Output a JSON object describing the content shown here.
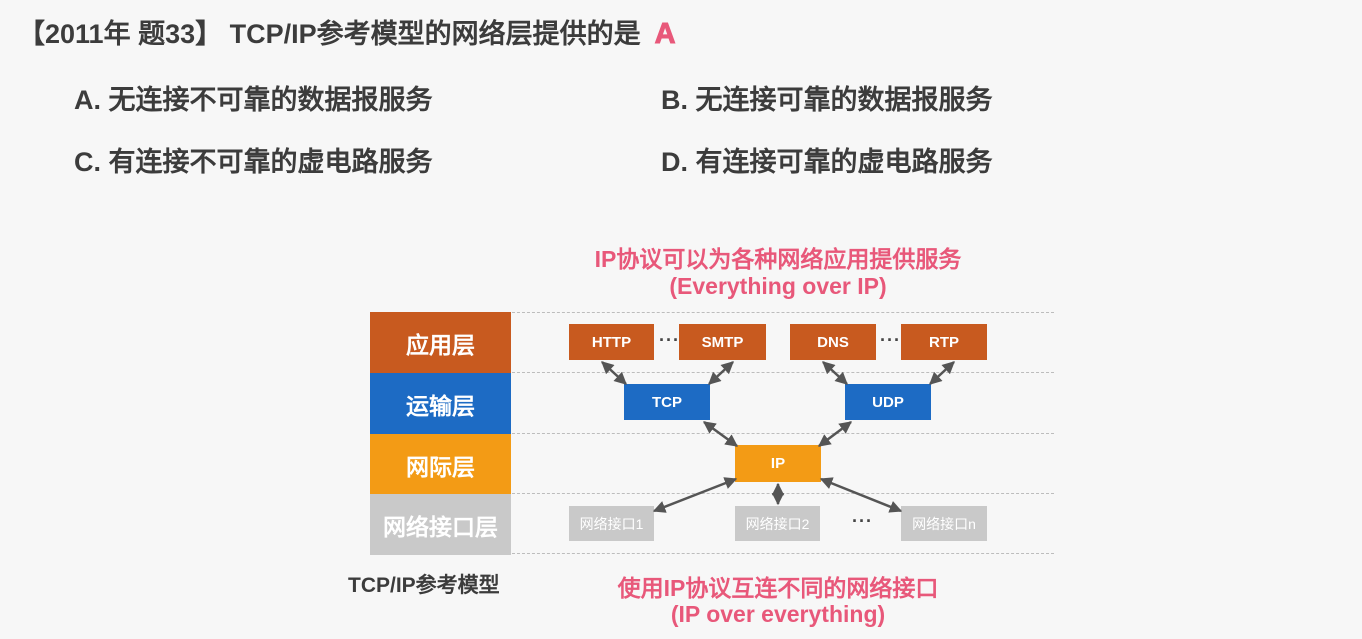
{
  "question": {
    "title": "【2011年 题33】 TCP/IP参考模型的网络层提供的是",
    "answer": "A"
  },
  "options": {
    "a": "A. 无连接不可靠的数据报服务",
    "b": "B. 无连接可靠的数据报服务",
    "c": "C. 有连接不可靠的虚电路服务",
    "d": "D. 有连接可靠的虚电路服务"
  },
  "diagram": {
    "top_note_line1": "IP协议可以为各种网络应用提供服务",
    "top_note_line2": "(Everything over IP)",
    "bottom_note_line1": "使用IP协议互连不同的网络接口",
    "bottom_note_line2": "(IP over everything)",
    "caption": "TCP/IP参考模型",
    "layers": [
      "应用层",
      "运输层",
      "网际层",
      "网络接口层"
    ],
    "app_protocols": [
      "HTTP",
      "SMTP",
      "DNS",
      "RTP"
    ],
    "transport_protocols": [
      "TCP",
      "UDP"
    ],
    "network_protocol": "IP",
    "interfaces": [
      "网络接口1",
      "网络接口2",
      "网络接口n"
    ],
    "ellipsis": "···",
    "colors": {
      "application": "#c85a1f",
      "transport": "#1d6bc4",
      "internet": "#f39b15",
      "link": "#c9c9c9",
      "highlight": "#e8587a"
    }
  }
}
